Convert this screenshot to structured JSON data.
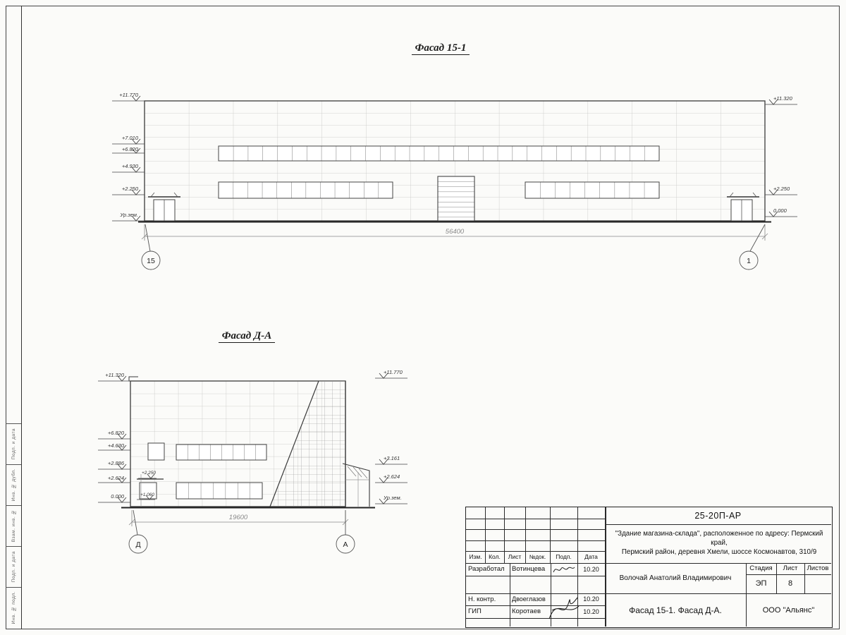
{
  "facade1": {
    "title": "Фасад 15-1",
    "dimension": "56400",
    "axis_left": "15",
    "axis_right": "1",
    "marks_left": [
      "+11.770",
      "+7.010",
      "+6.820",
      "+4.930",
      "+2.250",
      "Ур.зем."
    ],
    "marks_right": [
      "+11.320",
      "+2.250",
      "0.000"
    ]
  },
  "facade2": {
    "title": "Фасад Д-А",
    "dimension": "19600",
    "axis_left": "Д",
    "axis_right": "А",
    "marks_left": [
      "+11.320",
      "+6.820",
      "+4.630",
      "+2.886",
      "+2.624",
      "0.000"
    ],
    "marks_inner": [
      "+2.250",
      "+1.060"
    ],
    "marks_right": [
      "+11.770",
      "+3.161",
      "+2.624",
      "Ур.зем."
    ]
  },
  "titleblock": {
    "doc_code": "25-20П-АР",
    "project_line1": "\"Здание магазина-склада\", расположенное по адресу: Пермский край,",
    "project_line2": "Пермский район, деревня Хмели, шоссе Космонавтов, 310/9",
    "rev_headers": [
      "Изм.",
      "Кол.",
      "Лист",
      "№док.",
      "Подп.",
      "Дата"
    ],
    "rows": [
      {
        "role": "Разработал",
        "name": "Вотинцева",
        "date": "10.20"
      },
      {
        "role": "Н. контр.",
        "name": "Двоеглазов",
        "date": "10.20"
      },
      {
        "role": "ГИП",
        "name": "Коротаев",
        "date": "10.20"
      }
    ],
    "chief": "Волочай Анатолий Владимирович",
    "stage_label": "Стадия",
    "sheet_label": "Лист",
    "sheets_label": "Листов",
    "stage": "ЭП",
    "sheet": "8",
    "sheets": "",
    "sheet_title": "Фасад 15-1. Фасад Д-А.",
    "company": "ООО \"Альянс\""
  },
  "left_stamp": {
    "labels": [
      "Подп. и дата",
      "Инв. № дубл.",
      "Взам. инв. №",
      "Подп. и дата",
      "Инв. № подл."
    ]
  }
}
